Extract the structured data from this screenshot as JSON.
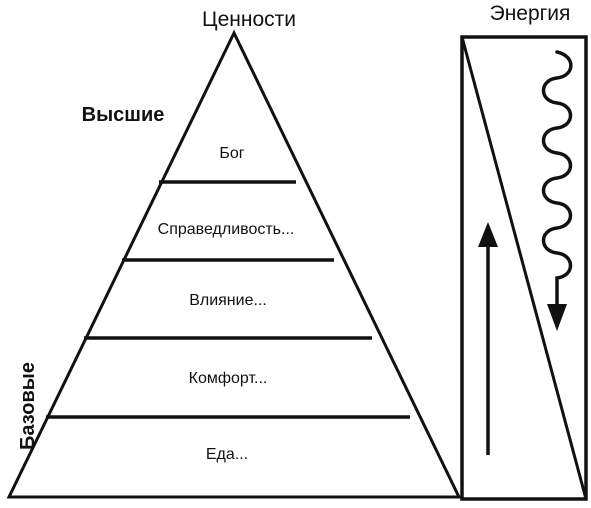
{
  "pyramid": {
    "title": "Ценности",
    "top_label": "Высшие",
    "bottom_label": "Базовые",
    "levels": [
      "Бог",
      "Справедливость...",
      "Влияние...",
      "Комфорт...",
      "Еда..."
    ]
  },
  "energy": {
    "title": "Энергия",
    "arrows": {
      "up": "arrow-up-icon",
      "down": "wavy-arrow-down-icon"
    }
  },
  "colors": {
    "stroke": "#111111",
    "background": "#ffffff"
  }
}
